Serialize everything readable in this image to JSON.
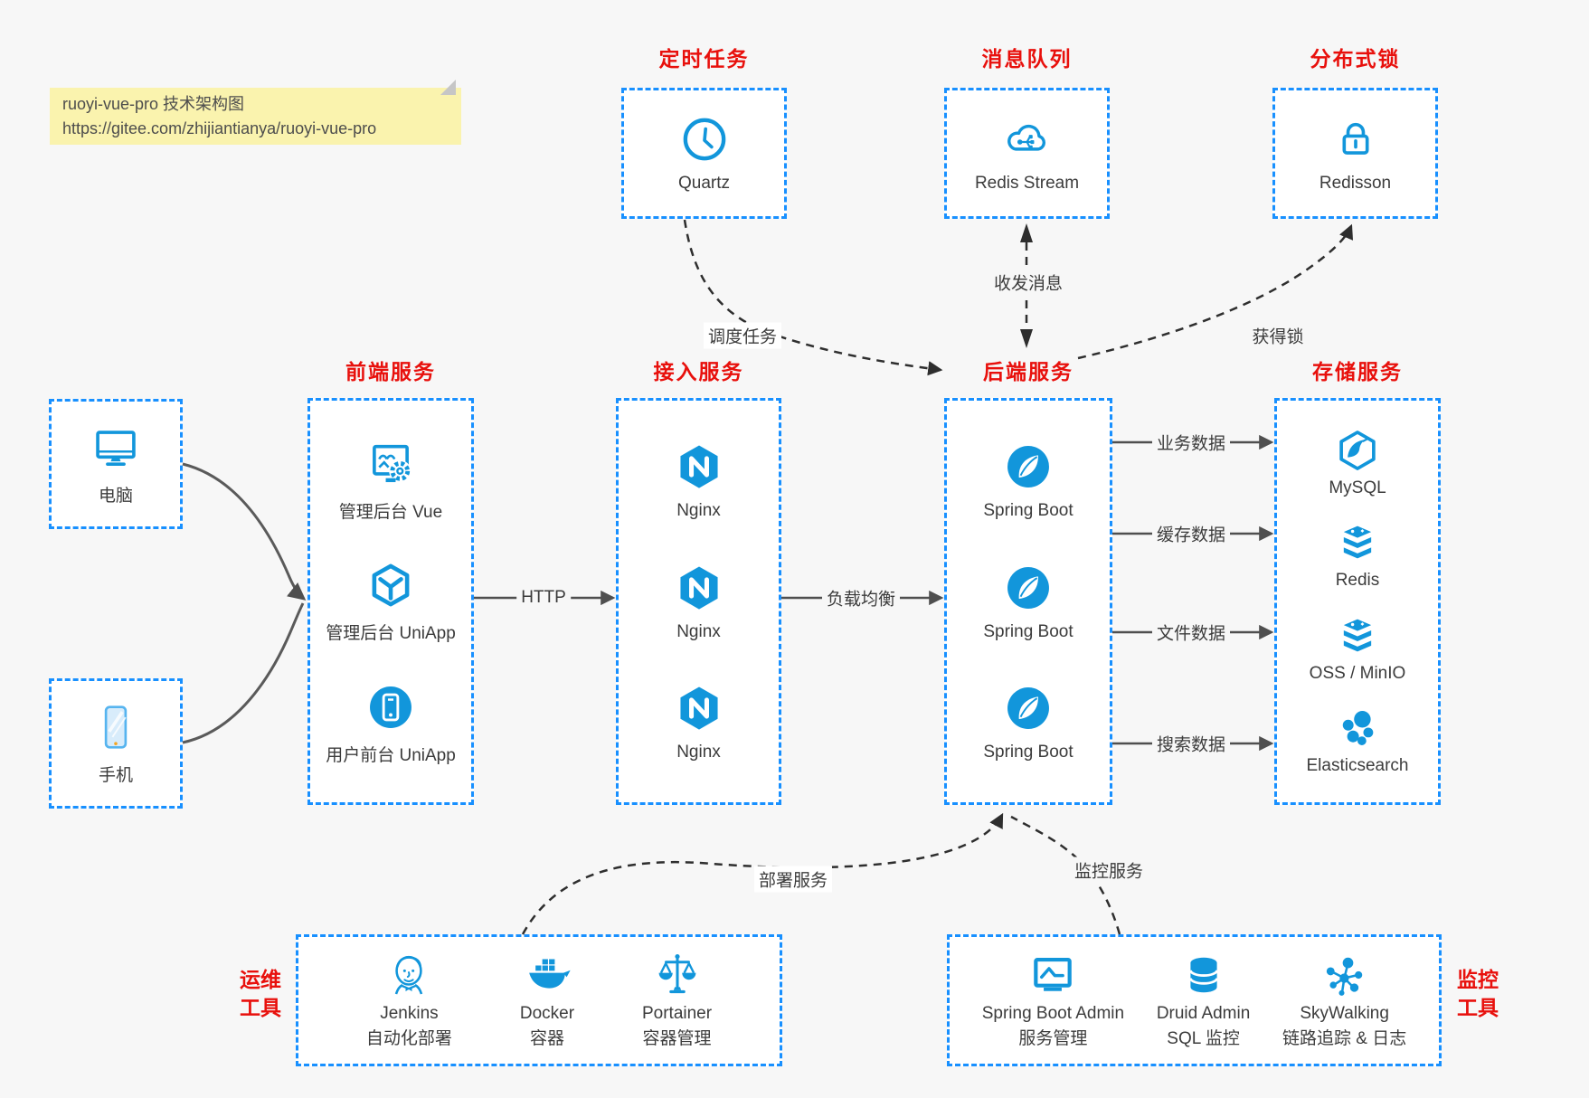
{
  "note": {
    "line1": "ruoyi-vue-pro 技术架构图",
    "line2": "https://gitee.com/zhijiantianya/ruoyi-vue-pro"
  },
  "colors": {
    "accent_icon_blue": "#1296db",
    "box_border_blue": "#1890ff",
    "heading_red": "#e8100c",
    "background_gray": "#f7f7f7",
    "note_yellow": "#faf3ae"
  },
  "groups": {
    "scheduler": {
      "title": "定时任务",
      "item": {
        "label": "Quartz"
      }
    },
    "mq": {
      "title": "消息队列",
      "item": {
        "label": "Redis Stream"
      }
    },
    "lock": {
      "title": "分布式锁",
      "item": {
        "label": "Redisson"
      }
    },
    "clients": {
      "computer": "电脑",
      "phone": "手机"
    },
    "frontend": {
      "title": "前端服务",
      "items": [
        "管理后台 Vue",
        "管理后台 UniApp",
        "用户前台 UniApp"
      ]
    },
    "gateway": {
      "title": "接入服务",
      "items": [
        "Nginx",
        "Nginx",
        "Nginx"
      ]
    },
    "backend": {
      "title": "后端服务",
      "items": [
        "Spring Boot",
        "Spring Boot",
        "Spring Boot"
      ]
    },
    "storage": {
      "title": "存储服务",
      "items": [
        "MySQL",
        "Redis",
        "OSS / MinIO",
        "Elasticsearch"
      ]
    },
    "devops": {
      "title_line1": "运维",
      "title_line2": "工具",
      "items": [
        {
          "name": "Jenkins",
          "desc": "自动化部署"
        },
        {
          "name": "Docker",
          "desc": "容器"
        },
        {
          "name": "Portainer",
          "desc": "容器管理"
        }
      ]
    },
    "monitoring": {
      "title_line1": "监控",
      "title_line2": "工具",
      "items": [
        {
          "name": "Spring Boot Admin",
          "desc": "服务管理"
        },
        {
          "name": "Druid Admin",
          "desc": "SQL 监控"
        },
        {
          "name": "SkyWalking",
          "desc": "链路追踪 & 日志"
        }
      ]
    }
  },
  "edges": {
    "http": "HTTP",
    "load_balance": "负载均衡",
    "business_data": "业务数据",
    "cache_data": "缓存数据",
    "file_data": "文件数据",
    "search_data": "搜索数据",
    "schedule_task": "调度任务",
    "send_receive_msg": "收发消息",
    "acquire_lock": "获得锁",
    "deploy_service": "部署服务",
    "monitor_service": "监控服务"
  }
}
